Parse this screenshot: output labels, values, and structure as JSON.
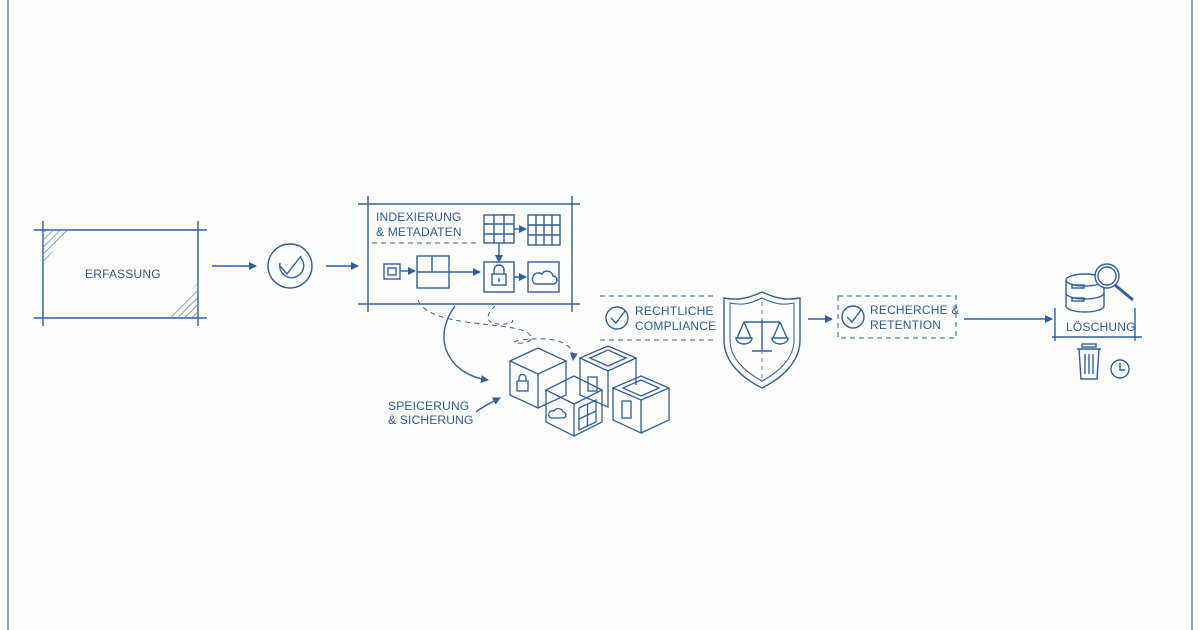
{
  "diagram": {
    "type": "process-flow",
    "style": "blueprint line art",
    "colors": {
      "stroke": "#2e5f9e",
      "text": "#2a5a9a",
      "frame": "#8aa3bd",
      "background": "#fdfdfe"
    },
    "steps": [
      {
        "id": "erfassung",
        "label": "ERFASSUNG"
      },
      {
        "id": "validation",
        "icon": "check-circle-icon"
      },
      {
        "id": "indexierung",
        "label_line1": "INDEXIERUNG",
        "label_line2": "& METADATEN"
      },
      {
        "id": "speicherung",
        "label_line1": "SPEICERUNG",
        "label_line2": "& SICHERUNG"
      },
      {
        "id": "compliance",
        "label_line1": "RECHTLICHE",
        "label_line2": "COMPLIANCE"
      },
      {
        "id": "recherche",
        "label_line1": "RECHERCHE &",
        "label_line2": "RETENTION"
      },
      {
        "id": "loeschung",
        "label": "LÖSCHUNG"
      }
    ]
  }
}
